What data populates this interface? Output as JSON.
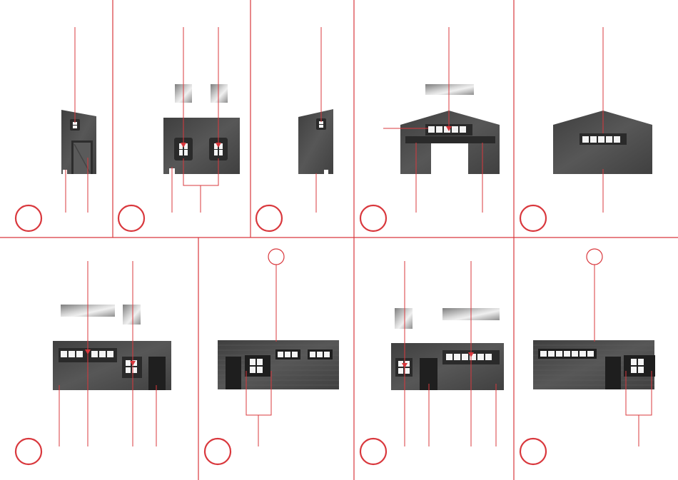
{
  "title": "",
  "colors": {
    "leader": "#d9383d",
    "circle": "#d9383d",
    "wall": "#4a4a4a",
    "wall_dark": "#2b2b2b",
    "window_glass": "#f4f4f4",
    "glazing_light": "#e6e6e6",
    "glazing_dark": "#8a8a8a"
  },
  "panels": [
    {
      "id": "1",
      "part": "side-wall-with-door"
    },
    {
      "id": "2",
      "part": "front-wall-with-two-windows"
    },
    {
      "id": "3",
      "part": "side-wall-small-window"
    },
    {
      "id": "4",
      "part": "gable-wall-with-opening"
    },
    {
      "id": "5",
      "part": "gable-wall-with-window-strip"
    },
    {
      "id": "6",
      "part": "long-wall-windows-and-door"
    },
    {
      "id": "7",
      "part": "long-wall-rear-view"
    },
    {
      "id": "8",
      "part": "long-wall-mirrored"
    },
    {
      "id": "9",
      "part": "long-wall-mirrored-rear-view"
    }
  ]
}
